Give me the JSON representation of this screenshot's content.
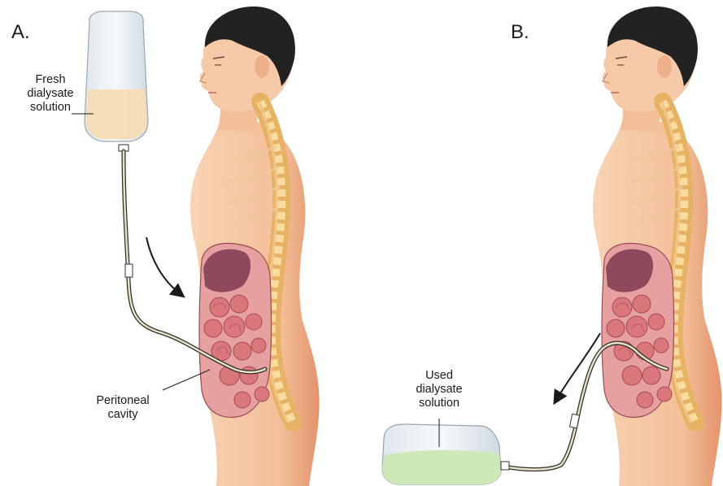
{
  "panels": {
    "a": {
      "label": "A.",
      "bag_callout": [
        "Fresh",
        "dialysate",
        "solution"
      ],
      "cavity_callout": [
        "Peritoneal",
        "cavity"
      ]
    },
    "b": {
      "label": "B.",
      "bag_callout": [
        "Used",
        "dialysate",
        "solution"
      ]
    }
  },
  "colors": {
    "skin": "#f5c6a2",
    "skin_shade": "#e59a72",
    "hair": "#222222",
    "spine": "#f0c27a",
    "fresh_fluid": "#f7dcb4",
    "used_fluid": "#cfe8b8",
    "organs": "#d9777a",
    "liver": "#8e4a5c"
  }
}
